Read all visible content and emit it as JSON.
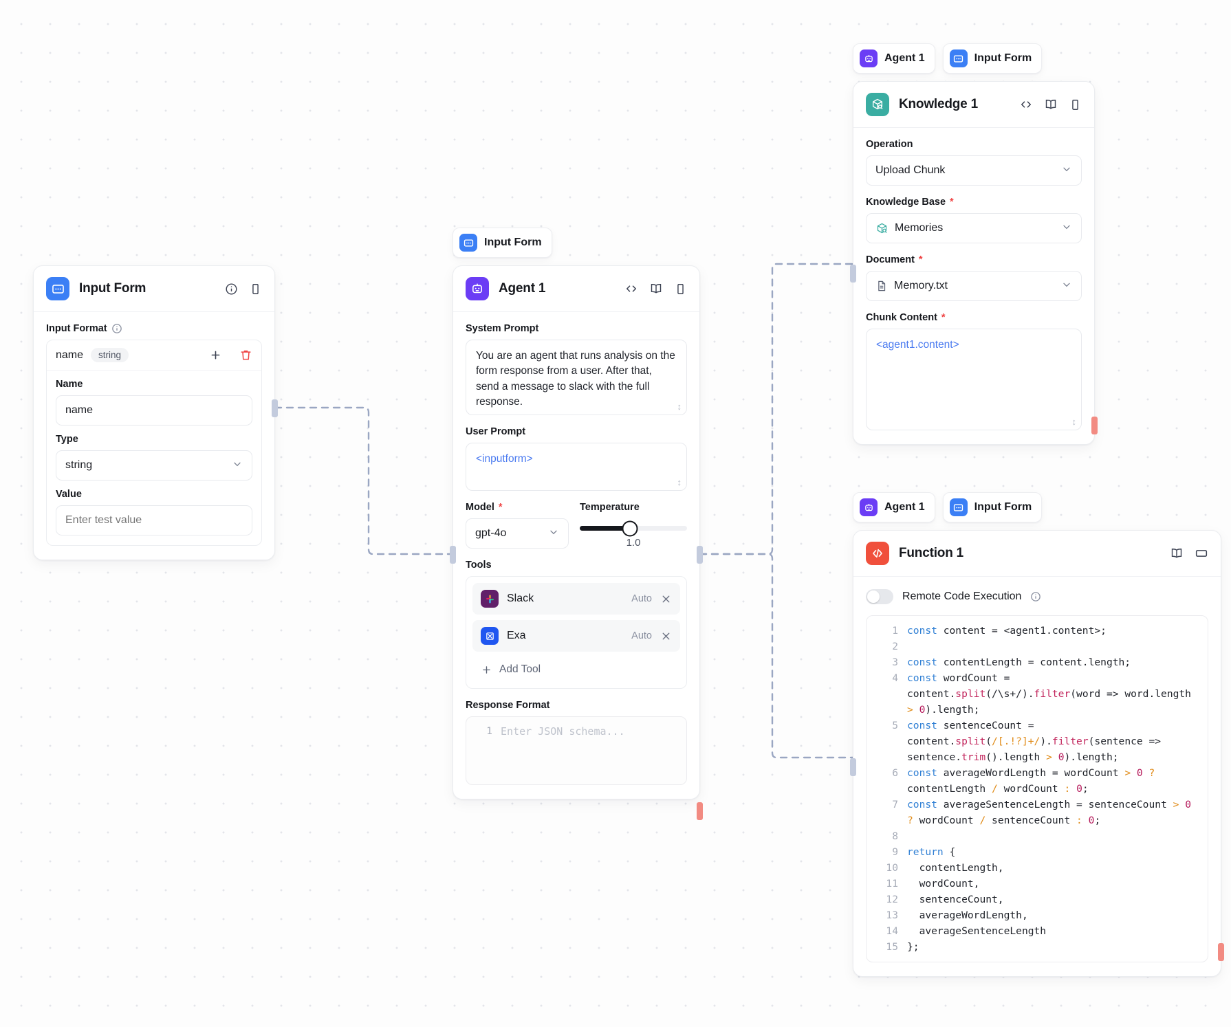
{
  "canvas": {
    "background_color": "#fdfdfd",
    "dot_color": "#e3e5ea",
    "edge_color": "#9aa6c2"
  },
  "colors": {
    "input_form": "#3b7ff5",
    "agent": "#6b3df5",
    "knowledge": "#3aada2",
    "function": "#f0503c",
    "required": "#ef4444",
    "template_ref": "#4b7bf0",
    "handle_source": "#c3cbdd",
    "handle_error": "#f28b82"
  },
  "nodes": {
    "input_form": {
      "title": "Input Form",
      "icon": "input-form-icon",
      "header_icons": [
        "info-icon",
        "panel-icon"
      ],
      "input_format_label": "Input Format",
      "field": {
        "key": "name",
        "type_chip": "string",
        "add_label": "+",
        "delete_label": "trash",
        "name_label": "Name",
        "name_value": "name",
        "type_label": "Type",
        "type_value": "string",
        "value_label": "Value",
        "value_placeholder": "Enter test value"
      }
    },
    "agent": {
      "badge": {
        "label": "Input Form",
        "icon": "input-form-icon"
      },
      "title": "Agent 1",
      "icon": "agent-icon",
      "header_icons": [
        "code-icon",
        "book-icon",
        "panel-icon"
      ],
      "system_prompt_label": "System Prompt",
      "system_prompt_value": "You are an agent that runs analysis on the form response from a user. After that, send a message to slack with the full response.",
      "user_prompt_label": "User Prompt",
      "user_prompt_value": "<inputform>",
      "model_label": "Model",
      "model_required": "*",
      "model_value": "gpt-4o",
      "temperature_label": "Temperature",
      "temperature_value": "1.0",
      "temperature_percent": 47,
      "tools_label": "Tools",
      "tools": [
        {
          "name": "Slack",
          "mode": "Auto",
          "icon": "slack-icon"
        },
        {
          "name": "Exa",
          "mode": "Auto",
          "icon": "exa-icon"
        }
      ],
      "add_tool_label": "Add Tool",
      "response_format_label": "Response Format",
      "response_format_line_number": "1",
      "response_format_placeholder": "Enter JSON schema..."
    },
    "knowledge": {
      "badges": [
        {
          "label": "Agent 1",
          "icon": "agent-icon"
        },
        {
          "label": "Input Form",
          "icon": "input-form-icon"
        }
      ],
      "title": "Knowledge 1",
      "icon": "knowledge-icon",
      "header_icons": [
        "code-icon",
        "book-icon",
        "panel-icon"
      ],
      "operation_label": "Operation",
      "operation_value": "Upload Chunk",
      "knowledge_base_label": "Knowledge Base",
      "knowledge_base_required": "*",
      "knowledge_base_value": "Memories",
      "document_label": "Document",
      "document_required": "*",
      "document_value": "Memory.txt",
      "chunk_content_label": "Chunk Content",
      "chunk_content_required": "*",
      "chunk_content_value": "<agent1.content>"
    },
    "function": {
      "badges": [
        {
          "label": "Agent 1",
          "icon": "agent-icon"
        },
        {
          "label": "Input Form",
          "icon": "input-form-icon"
        }
      ],
      "title": "Function 1",
      "icon": "function-icon",
      "header_icons": [
        "book-icon",
        "window-icon"
      ],
      "remote_code_execution_label": "Remote Code Execution",
      "remote_code_execution_enabled": false,
      "code_lines": [
        {
          "n": "1",
          "text": "const content = <agent1.content>;"
        },
        {
          "n": "2",
          "text": ""
        },
        {
          "n": "3",
          "text": "const contentLength = content.length;"
        },
        {
          "n": "4",
          "text": "const wordCount = content.split(/\\s+/).filter(word => word.length > 0).length;"
        },
        {
          "n": "5",
          "text": "const sentenceCount = content.split(/[.!?]+/).filter(sentence => sentence.trim().length > 0).length;"
        },
        {
          "n": "6",
          "text": "const averageWordLength = wordCount > 0 ? contentLength / wordCount : 0;"
        },
        {
          "n": "7",
          "text": "const averageSentenceLength = sentenceCount > 0 ? wordCount / sentenceCount : 0;"
        },
        {
          "n": "8",
          "text": ""
        },
        {
          "n": "9",
          "text": "return {"
        },
        {
          "n": "10",
          "text": "  contentLength,"
        },
        {
          "n": "11",
          "text": "  wordCount,"
        },
        {
          "n": "12",
          "text": "  sentenceCount,"
        },
        {
          "n": "13",
          "text": "  averageWordLength,"
        },
        {
          "n": "14",
          "text": "  averageSentenceLength"
        },
        {
          "n": "15",
          "text": "};"
        }
      ]
    }
  }
}
